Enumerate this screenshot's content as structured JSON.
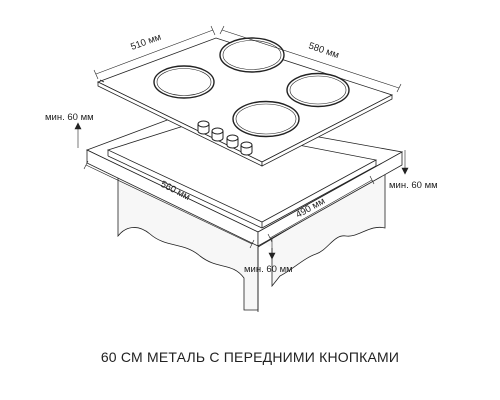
{
  "dimensions": {
    "hob_depth": "510 мм",
    "hob_width": "580 мм",
    "cutout_width": "560 мм",
    "cutout_depth": "490 мм",
    "min_left": "мин. 60 мм",
    "min_right": "мин. 60 мм",
    "min_front": "мин. 60 мм"
  },
  "caption": "60 СМ МЕТАЛЬ С ПЕРЕДНИМИ КНОПКАМИ",
  "colors": {
    "line": "#222222",
    "cabinet_fill": "#f7f7f7"
  }
}
